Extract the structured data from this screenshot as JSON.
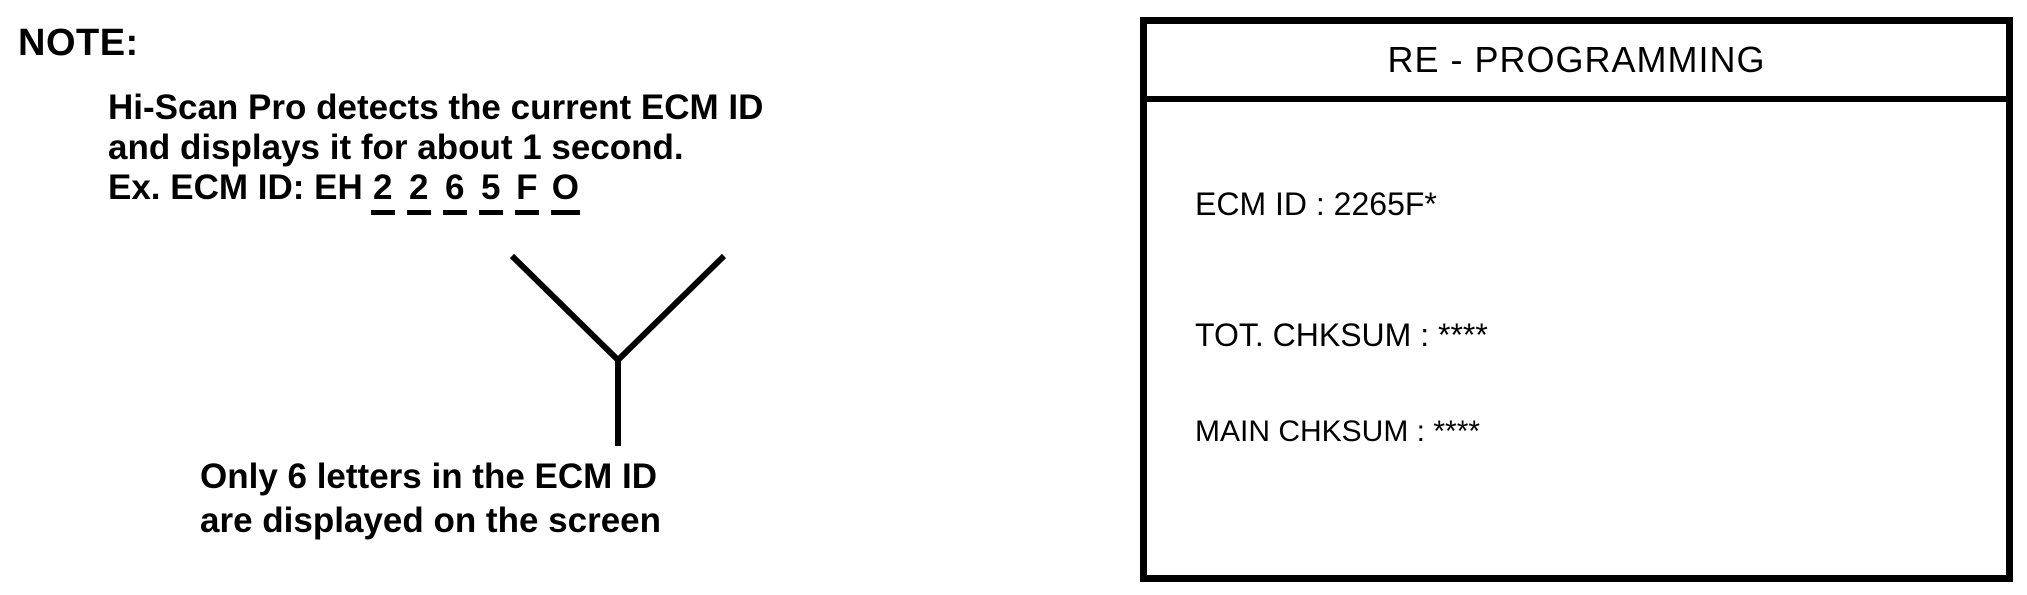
{
  "note": {
    "heading": "NOTE:",
    "lines": [
      "Hi-Scan Pro detects the current ECM ID",
      "and displays it for about 1 second."
    ],
    "example": {
      "prefix": "Ex. ECM ID:  EH",
      "underlined_chars": [
        "2",
        "2",
        "6",
        "5",
        "F",
        "O"
      ],
      "full_id": "EH 2265FO"
    },
    "leader_caption": [
      "Only 6 letters in the ECM ID",
      "are displayed on the screen"
    ]
  },
  "screen": {
    "title": "RE - PROGRAMMING",
    "rows": [
      {
        "label": "ECM ID",
        "sep": " : ",
        "value": "2265F*"
      },
      {
        "label": "TOT. CHKSUM",
        "sep": " : ",
        "value": "****"
      },
      {
        "label": "MAIN CHKSUM",
        "sep": " : ",
        "value": "****"
      }
    ]
  },
  "colors": {
    "background": "#ffffff",
    "ink": "#000000",
    "panel_border": "#000000"
  }
}
